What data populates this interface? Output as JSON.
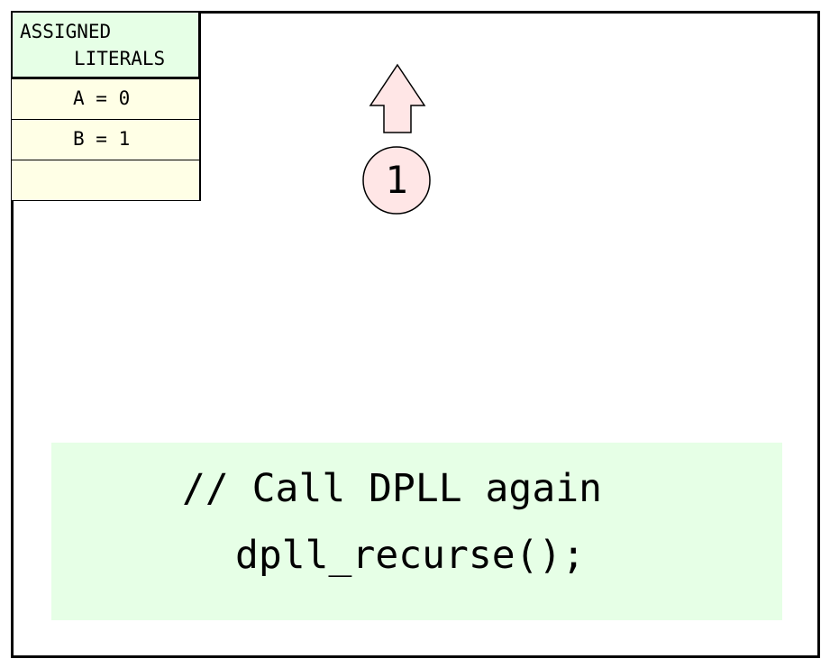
{
  "literals": {
    "header_line1": "ASSIGNED",
    "header_line2": "LITERALS",
    "rows": [
      "A = 0",
      "B = 1",
      ""
    ]
  },
  "marker": {
    "label": "1",
    "arrow_direction": "up"
  },
  "code": {
    "comment": "// Call DPLL again",
    "statement": "dpll_recurse();"
  },
  "colors": {
    "header_bg": "#e6ffe6",
    "row_bg": "#ffffe6",
    "marker_fill": "#ffe6e6",
    "code_bg": "#e6ffe6"
  }
}
